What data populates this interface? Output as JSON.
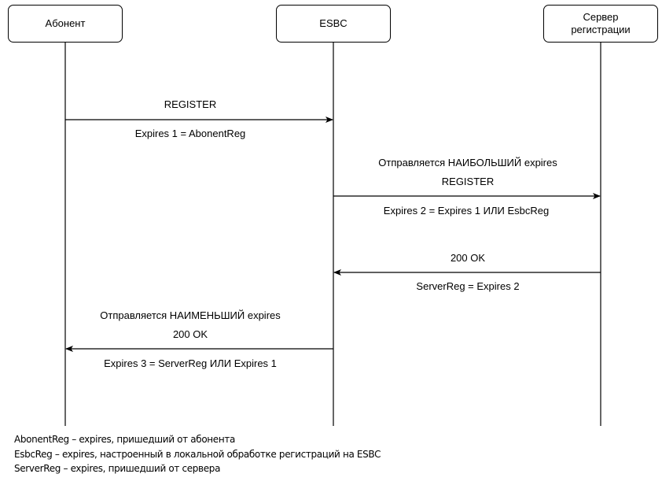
{
  "participants": {
    "abonent": "Абонент",
    "esbc": "ESBC",
    "server": "Сервер\nрегистрации"
  },
  "messages": [
    {
      "above": [
        "REGISTER"
      ],
      "below": "Expires 1 = AbonentReg"
    },
    {
      "above": [
        "Отправляется НАИБОЛЬШИЙ expires",
        "REGISTER"
      ],
      "below": "Expires 2 = Expires 1 ИЛИ EsbcReg"
    },
    {
      "above": [
        "200 OK"
      ],
      "below": "ServerReg = Expires 2"
    },
    {
      "above": [
        "Отправляется НАИМЕНЬШИЙ expires",
        "200 OK"
      ],
      "below": "Expires 3 = ServerReg ИЛИ Expires 1"
    }
  ],
  "legend": [
    "AbonentReg – expires, пришедший от абонента",
    "EsbcReg – expires, настроенный в локальной обработке регистраций на ESBC",
    "ServerReg – expires, пришедший от сервера"
  ]
}
